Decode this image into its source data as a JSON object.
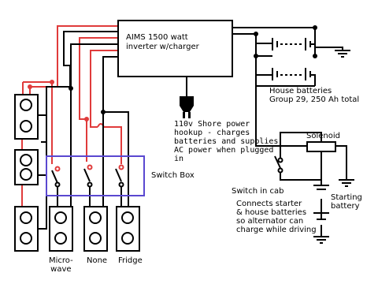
{
  "inverter": {
    "label": "AIMS 1500 watt\ninverter w/charger"
  },
  "shore_power": {
    "label": "110v Shore power\nhookup - charges\nbatteries and supplies\nAC power when plugged\nin"
  },
  "house_batteries": {
    "label": "House batteries\nGroup 29, 250 Ah total"
  },
  "solenoid": {
    "label": "Solenoid"
  },
  "switch_box": {
    "label": "Switch Box"
  },
  "switch_in_cab": {
    "label": "Switch in cab"
  },
  "starting_battery": {
    "label": "Starting\nbattery"
  },
  "cab_note": {
    "label": "Connects starter\n& house batteries\nso alternator can\ncharge while driving"
  },
  "outlets": [
    {
      "label": "Micro-\nwave"
    },
    {
      "label": "None"
    },
    {
      "label": "Fridge"
    }
  ],
  "colors": {
    "hot": "#e03b3b",
    "neutral": "#000000",
    "switch_box": "#5a48d0"
  }
}
